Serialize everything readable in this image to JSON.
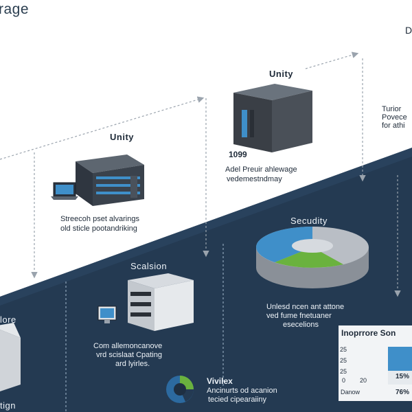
{
  "title": "rage",
  "top_right_letter": "D",
  "nodes": {
    "unity_left": {
      "label": "Unity",
      "caption": [
        "Streecoh pset alvarings",
        "old sticle pootandriking"
      ]
    },
    "unity_top": {
      "label": "Unity",
      "number": "1099",
      "caption": [
        "Adel Preuir ahlewage",
        "vedemestndmay"
      ]
    },
    "right_partial": {
      "caption": [
        "Turior",
        "Povece",
        "for athi"
      ]
    },
    "security": {
      "label": "Secudity",
      "caption": [
        "Unlesd ncen ant attone",
        "ved fume fnetuaner",
        "esecelions"
      ]
    },
    "scalsion": {
      "label": "Scalsion",
      "caption": [
        "Com allemoncanove",
        "vrd scislaat Cpating",
        "ard lyirles."
      ]
    },
    "left_partial": {
      "label": "lore",
      "label2": "tign"
    },
    "vivilex": {
      "label": "Vivilex",
      "caption": [
        "Ancinurts od acanion",
        "tecied cipearaiiny"
      ]
    }
  },
  "panel": {
    "title": "Inoprrore Son",
    "ticks": [
      "25",
      "25",
      "25"
    ],
    "x_values": [
      "0",
      "20"
    ],
    "pct1": "15%",
    "footer": "Danow",
    "pct2": "76%"
  },
  "colors": {
    "dark_band": "#243a52",
    "accent_blue": "#3f8fc9",
    "accent_green": "#6ab23e",
    "server_dark": "#3a3f46"
  }
}
